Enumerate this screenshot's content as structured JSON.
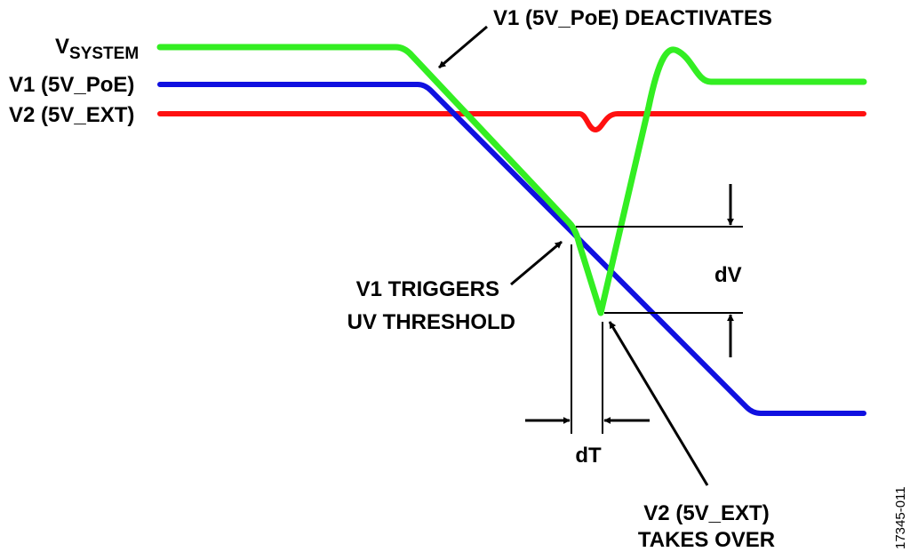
{
  "labels": {
    "vsystem_main": "V",
    "vsystem_sub": "SYSTEM",
    "v1_trace": "V1 (5V_PoE)",
    "v2_trace": "V2 (5V_EXT)",
    "v1_deactivates": "V1 (5V_PoE) DEACTIVATES",
    "v1_triggers_line1": "V1 TRIGGERS",
    "v1_triggers_line2": "UV THRESHOLD",
    "dv": "dV",
    "dt": "dT",
    "v2_takes_over_line1": "V2 (5V_EXT)",
    "v2_takes_over_line2": "TAKES OVER",
    "figure_id": "17345-011"
  },
  "colors": {
    "vsystem": "#33ee22",
    "v1": "#1010e0",
    "v2": "#ff1010",
    "annotation": "#000000"
  }
}
